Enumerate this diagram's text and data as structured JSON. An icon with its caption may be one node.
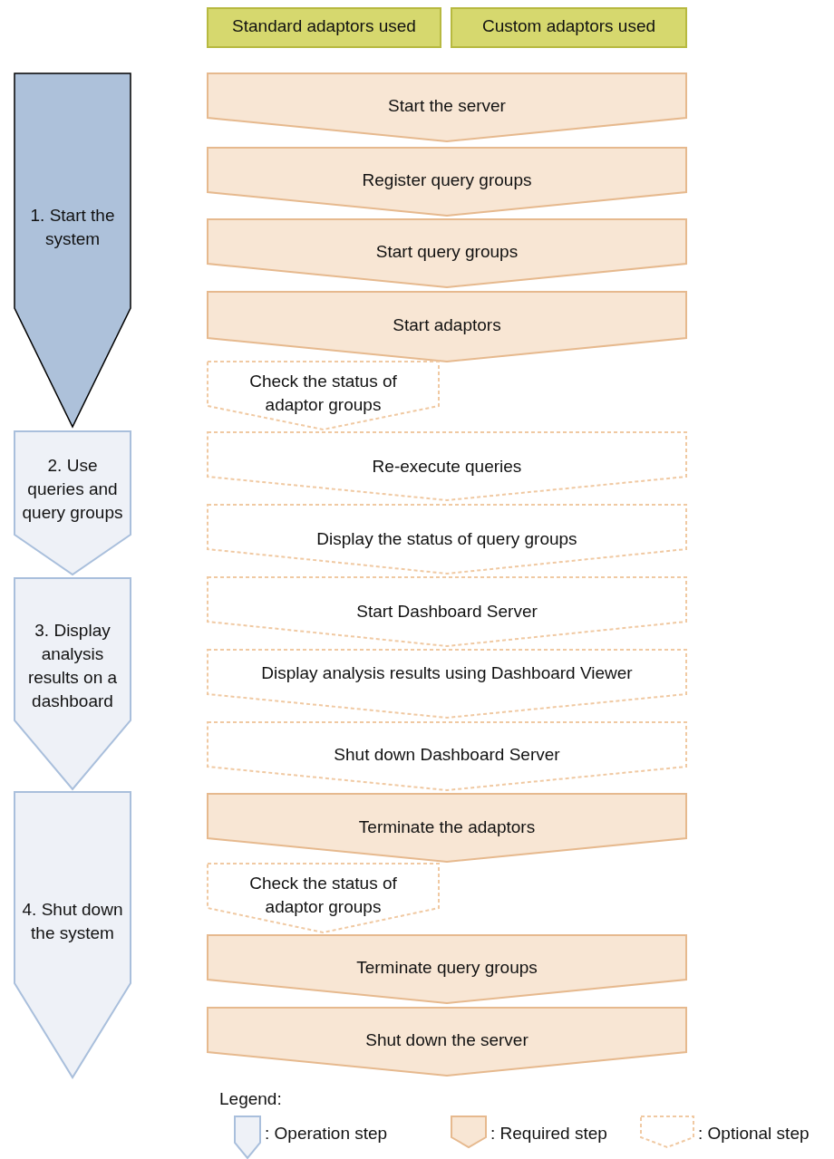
{
  "diagram": {
    "nodes": [
      {
        "text": [
          "Standard adaptors used"
        ]
      },
      {
        "text": [
          "Custom adaptors used"
        ]
      },
      {
        "text": [
          "1. Start the system"
        ]
      },
      {
        "text": [
          "Start the server"
        ]
      },
      {
        "text": [
          "Register query groups"
        ]
      },
      {
        "text": [
          "Start query groups"
        ]
      },
      {
        "text": [
          "Start adaptors"
        ]
      },
      {
        "text": [
          "Check the status of adaptor groups"
        ]
      },
      {
        "text": [
          "2. Use queries and query groups"
        ]
      },
      {
        "text": [
          "Re-execute queries"
        ]
      },
      {
        "text": [
          "Display the status of query groups"
        ]
      },
      {
        "text": [
          "3. Display analysis results on a dashboard"
        ]
      },
      {
        "text": [
          "Start Dashboard Server"
        ]
      },
      {
        "text": [
          "Display analysis results using Dashboard Viewer"
        ]
      },
      {
        "text": [
          "Shut down Dashboard Server"
        ]
      },
      {
        "text": [
          "4. Shut down the system"
        ]
      },
      {
        "text": [
          "Terminate the adaptors"
        ]
      },
      {
        "text": [
          "Check the status of adaptor groups"
        ]
      },
      {
        "text": [
          "Terminate query groups"
        ]
      },
      {
        "text": [
          "Shut down the server"
        ]
      }
    ],
    "edges": [],
    "labels": [
      "Legend:"
    ],
    "legend": [
      {
        "text": ": Operation step"
      },
      {
        "text": ": Required step"
      },
      {
        "text": ": Optional step"
      }
    ]
  }
}
